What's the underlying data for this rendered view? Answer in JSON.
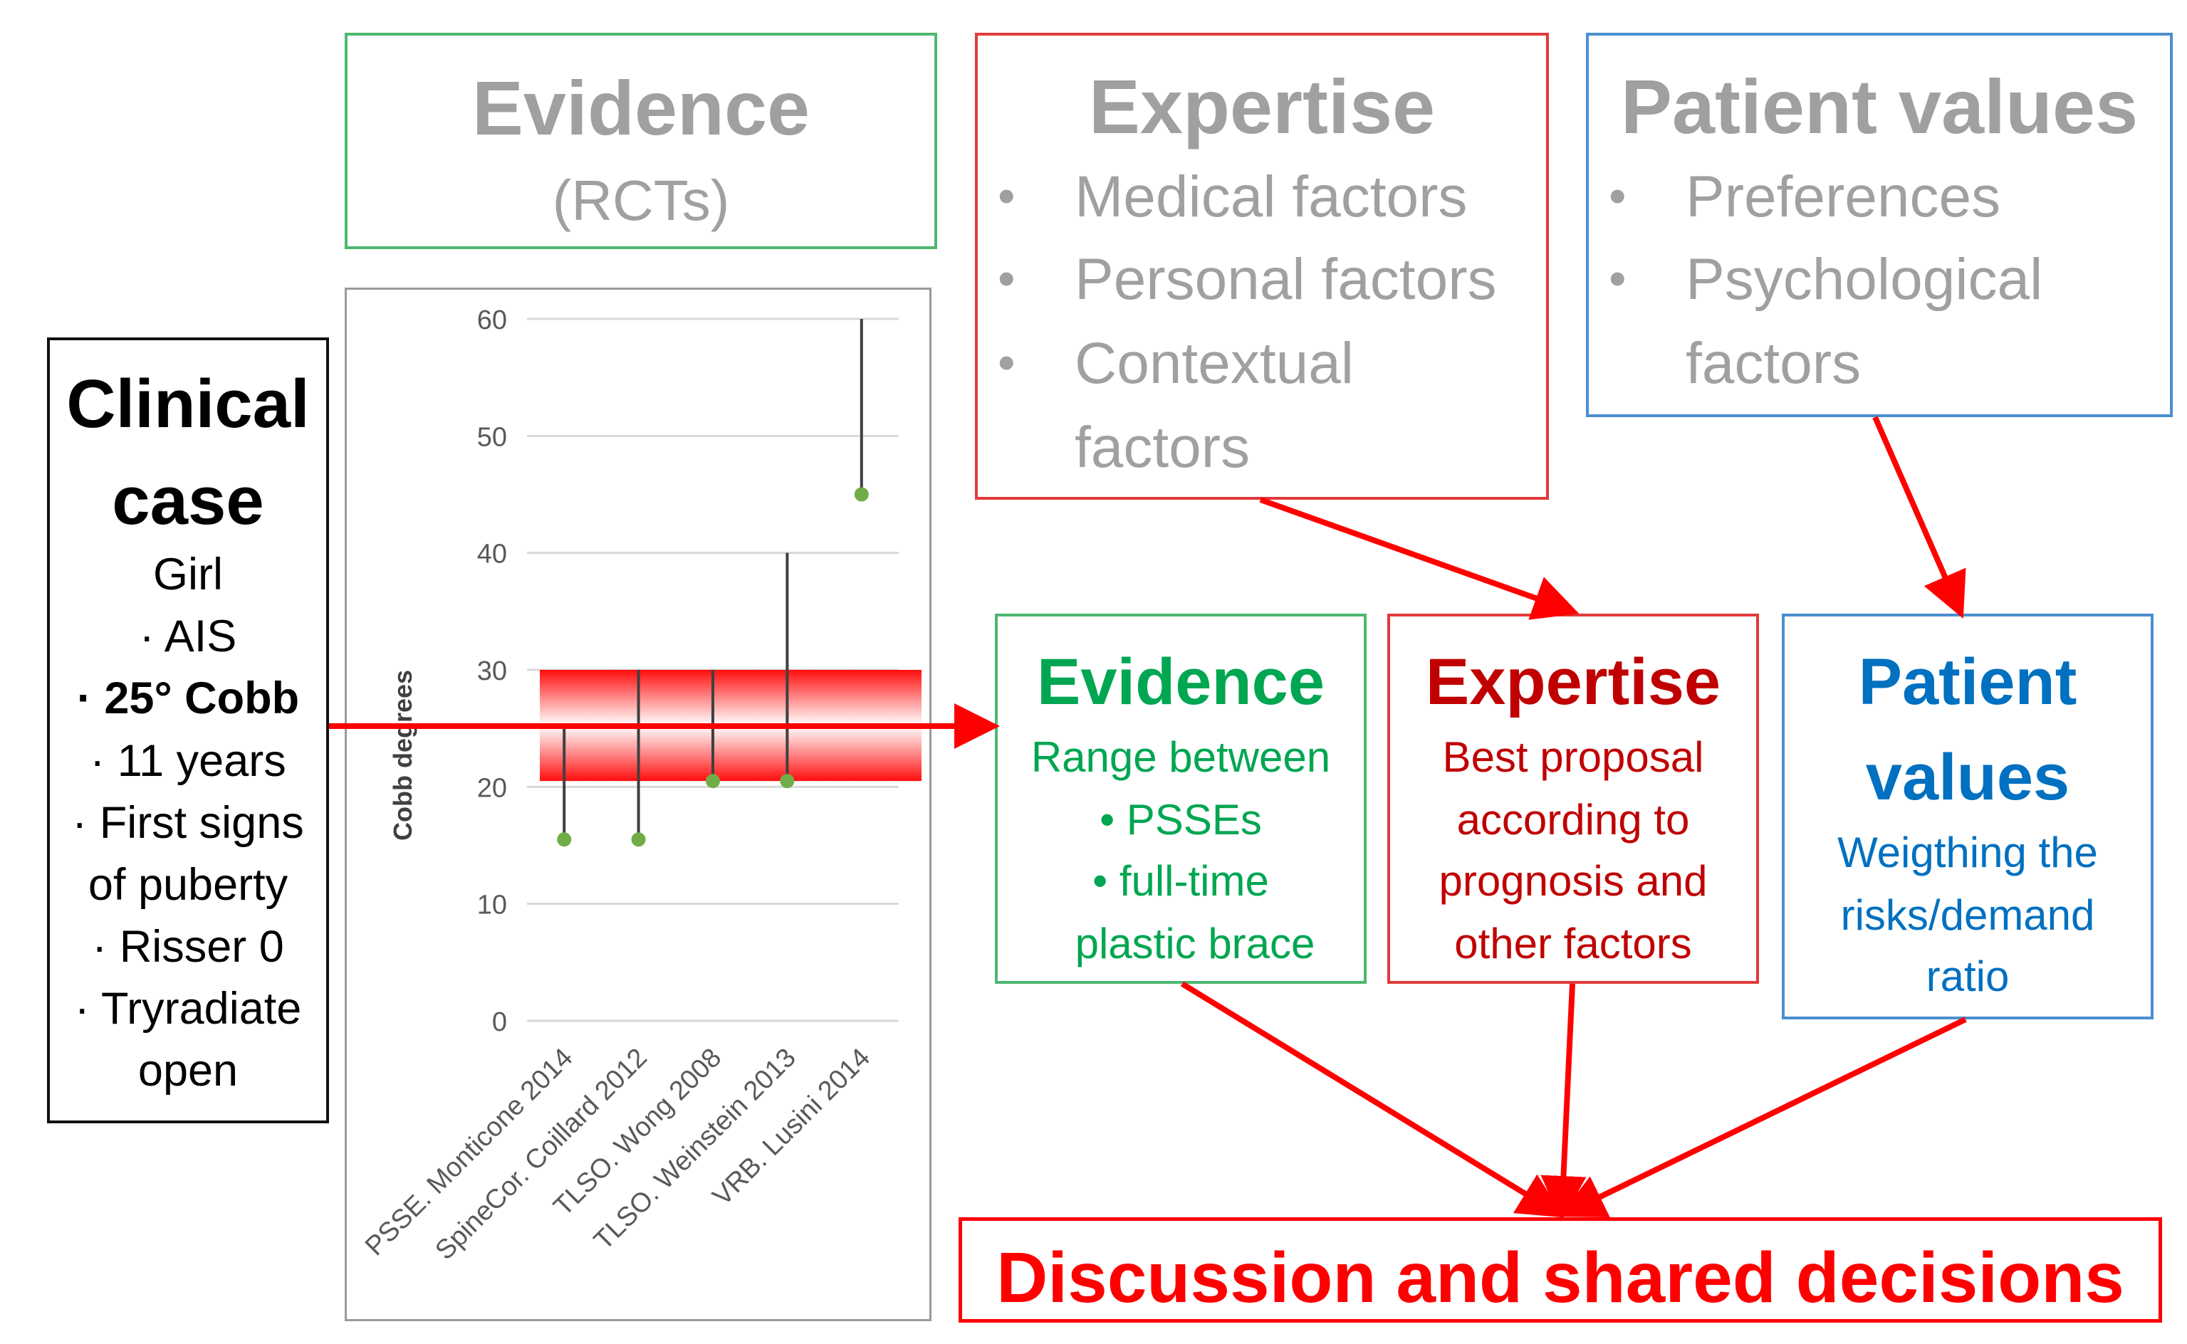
{
  "top_boxes": {
    "evidence": {
      "title": "Evidence",
      "subtitle": "(RCTs)"
    },
    "expertise": {
      "title": "Expertise",
      "items": [
        "Medical factors",
        "Personal factors",
        "Contextual",
        "factors"
      ]
    },
    "patient_values": {
      "title": "Patient values",
      "items": [
        "Preferences",
        "Psychological",
        "factors"
      ]
    }
  },
  "clinical_case": {
    "title_line1": "Clinical",
    "title_line2": "case",
    "lines": [
      "Girl",
      "· AIS",
      "· 25° Cobb",
      "· 11 years",
      "· First signs",
      "of puberty",
      "· Risser 0",
      "· Tryradiate",
      "open"
    ]
  },
  "middle_boxes": {
    "evidence": {
      "title": "Evidence",
      "lines": [
        "Range between",
        "•   PSSEs",
        "•   full-time",
        "plastic brace"
      ]
    },
    "expertise": {
      "title": "Expertise",
      "lines": [
        "Best proposal",
        "according to",
        "prognosis and",
        "other factors"
      ]
    },
    "patient_values": {
      "title_line1": "Patient",
      "title_line2": "values",
      "lines": [
        "Weigthing the",
        "risks/demand",
        "ratio"
      ]
    }
  },
  "decision": {
    "label": "Discussion and shared  decisions"
  },
  "colors": {
    "green": "#00a651",
    "dark_red": "#c00000",
    "blue": "#0070c0",
    "arrow_red": "#ff0000",
    "gray_text": "#a0a0a0"
  },
  "chart_data": {
    "type": "range",
    "ylabel": "Cobb degrees",
    "ylim": [
      0,
      60
    ],
    "yticks": [
      "0",
      "10",
      "20",
      "30",
      "40",
      "50",
      "60"
    ],
    "categories": [
      "PSSE. Monticone 2014",
      "SpineCor. Coillard 2012",
      "TLSO. Wong 2008",
      "TLSO. Weinstein 2013",
      "VRB. Lusini 2014"
    ],
    "low": [
      15.5,
      15.5,
      20.5,
      20.5,
      45
    ],
    "high": [
      25,
      30,
      30,
      40,
      60
    ],
    "highlight_band": [
      20.5,
      30
    ],
    "grid": true
  }
}
